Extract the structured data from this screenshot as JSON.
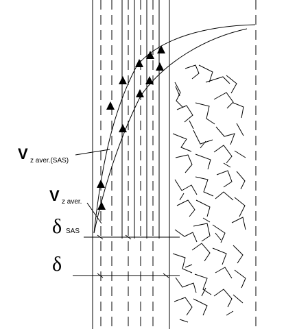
{
  "labels": {
    "v_sas_main": "V",
    "v_sas_sub": "z aver.(SAS)",
    "v_main": "V",
    "v_sub": "z aver.",
    "delta_sas_main": "δ",
    "delta_sas_sub": "SAS",
    "delta_main": "δ"
  },
  "colors": {
    "ink": "#000000",
    "background": "#ffffff"
  }
}
